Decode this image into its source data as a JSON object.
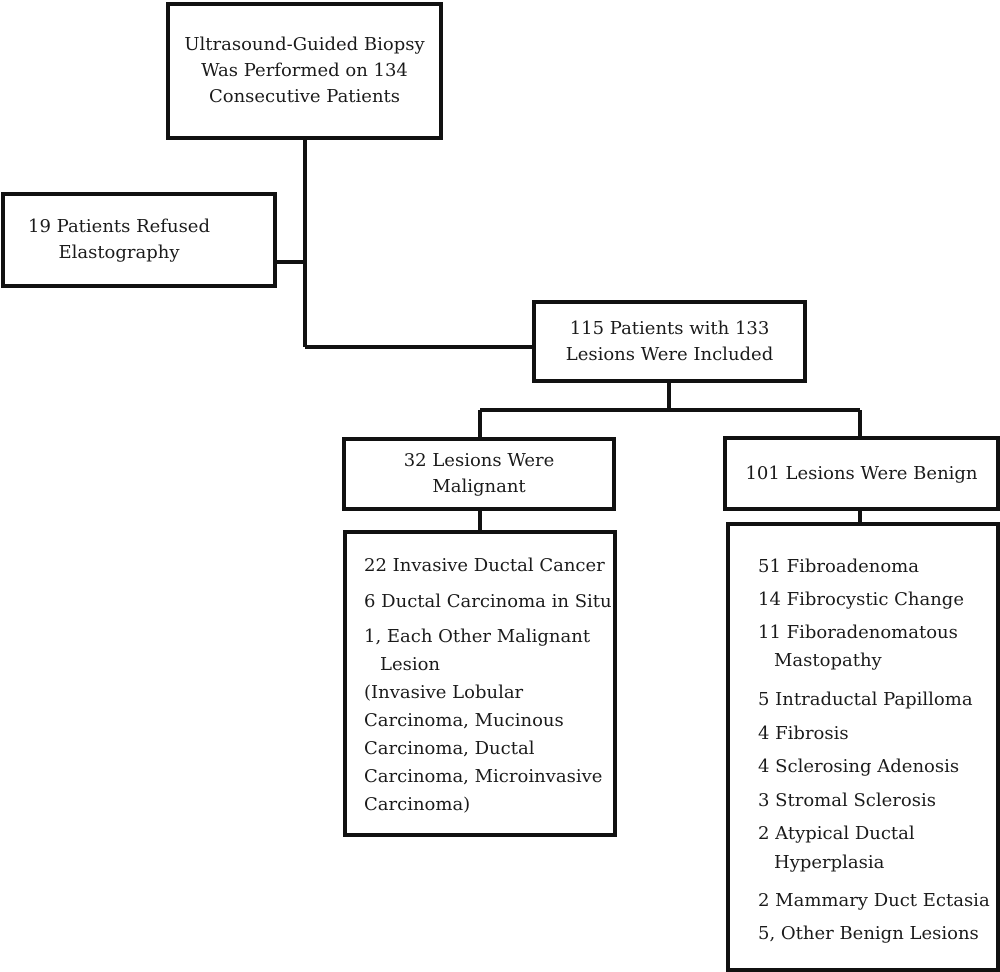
{
  "boxes": {
    "biopsy": [
      "Ultrasound-Guided Biopsy",
      "Was Performed on 134",
      "Consecutive Patients"
    ],
    "refused": [
      "19 Patients Refused",
      "Elastography"
    ],
    "included": [
      "115 Patients with 133",
      "Lesions Were Included"
    ],
    "malignant": [
      "32 Lesions Were",
      "Malignant"
    ],
    "benign": [
      "101 Lesions Were Benign"
    ]
  },
  "malignant_list": [
    "22 Invasive Ductal Cancer",
    "6 Ductal Carcinoma in Situ",
    "1, Each Other Malignant",
    "Lesion",
    "(Invasive Lobular",
    "Carcinoma, Mucinous",
    "Carcinoma, Ductal",
    "Carcinoma, Microinvasive",
    "Carcinoma)"
  ],
  "benign_list": [
    "51 Fibroadenoma",
    "14 Fibrocystic Change",
    "11 Fiboradenomatous",
    "Mastopathy",
    "5 Intraductal Papilloma",
    "4 Fibrosis",
    "4 Sclerosing Adenosis",
    "3 Stromal Sclerosis",
    "2 Atypical Ductal",
    "Hyperplasia",
    "2 Mammary Duct Ectasia",
    "5, Other Benign Lesions"
  ]
}
